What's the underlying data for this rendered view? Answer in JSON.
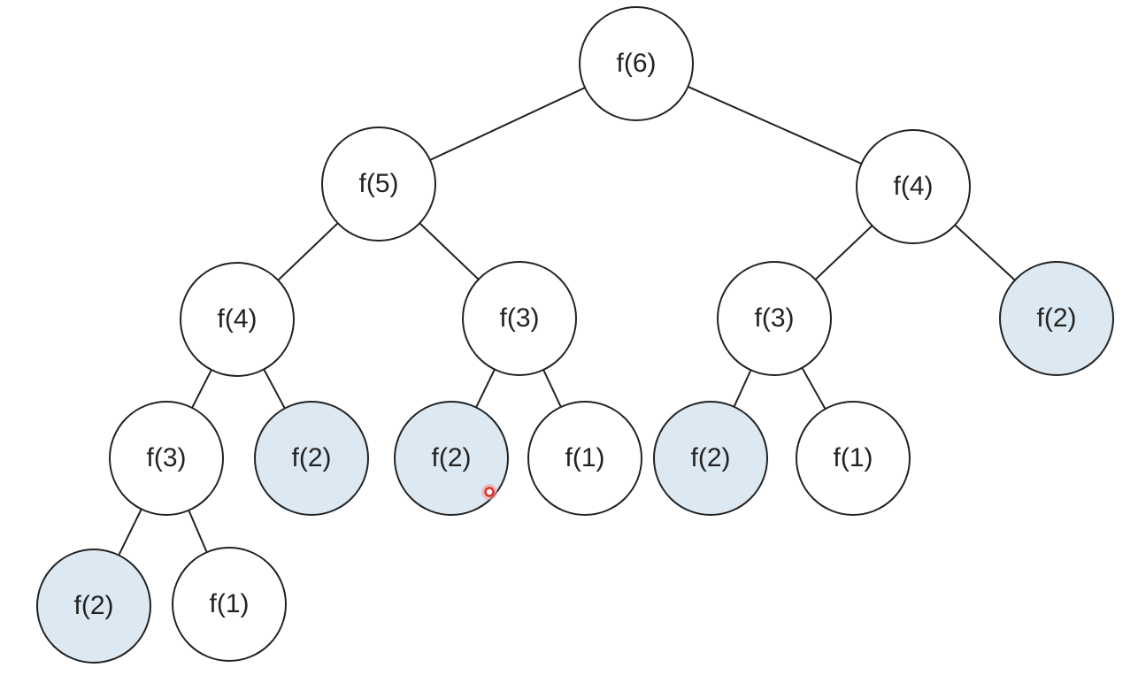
{
  "colors": {
    "highlight_fill": "#dce9f3",
    "default_fill": "#ffffff",
    "stroke": "#222222",
    "cursor": "#e0302a"
  },
  "nodes": [
    {
      "id": "n6",
      "label": "f(6)",
      "highlighted": false
    },
    {
      "id": "n5",
      "label": "f(5)",
      "highlighted": false
    },
    {
      "id": "n4r",
      "label": "f(4)",
      "highlighted": false
    },
    {
      "id": "n4",
      "label": "f(4)",
      "highlighted": false
    },
    {
      "id": "n3a",
      "label": "f(3)",
      "highlighted": false
    },
    {
      "id": "n3r",
      "label": "f(3)",
      "highlighted": false
    },
    {
      "id": "n2r",
      "label": "f(2)",
      "highlighted": true
    },
    {
      "id": "n3b",
      "label": "f(3)",
      "highlighted": false
    },
    {
      "id": "n2a",
      "label": "f(2)",
      "highlighted": true
    },
    {
      "id": "n2b",
      "label": "f(2)",
      "highlighted": true
    },
    {
      "id": "n1a",
      "label": "f(1)",
      "highlighted": false
    },
    {
      "id": "n2c",
      "label": "f(2)",
      "highlighted": true
    },
    {
      "id": "n1b",
      "label": "f(1)",
      "highlighted": false
    },
    {
      "id": "n2d",
      "label": "f(2)",
      "highlighted": true
    },
    {
      "id": "n1c",
      "label": "f(1)",
      "highlighted": false
    }
  ],
  "edges": [
    [
      "n6",
      "n5"
    ],
    [
      "n6",
      "n4r"
    ],
    [
      "n5",
      "n4"
    ],
    [
      "n5",
      "n3a"
    ],
    [
      "n4r",
      "n3r"
    ],
    [
      "n4r",
      "n2r"
    ],
    [
      "n4",
      "n3b"
    ],
    [
      "n4",
      "n2a"
    ],
    [
      "n3a",
      "n2b"
    ],
    [
      "n3a",
      "n1a"
    ],
    [
      "n3r",
      "n2c"
    ],
    [
      "n3r",
      "n1b"
    ],
    [
      "n3b",
      "n2d"
    ],
    [
      "n3b",
      "n1c"
    ]
  ]
}
